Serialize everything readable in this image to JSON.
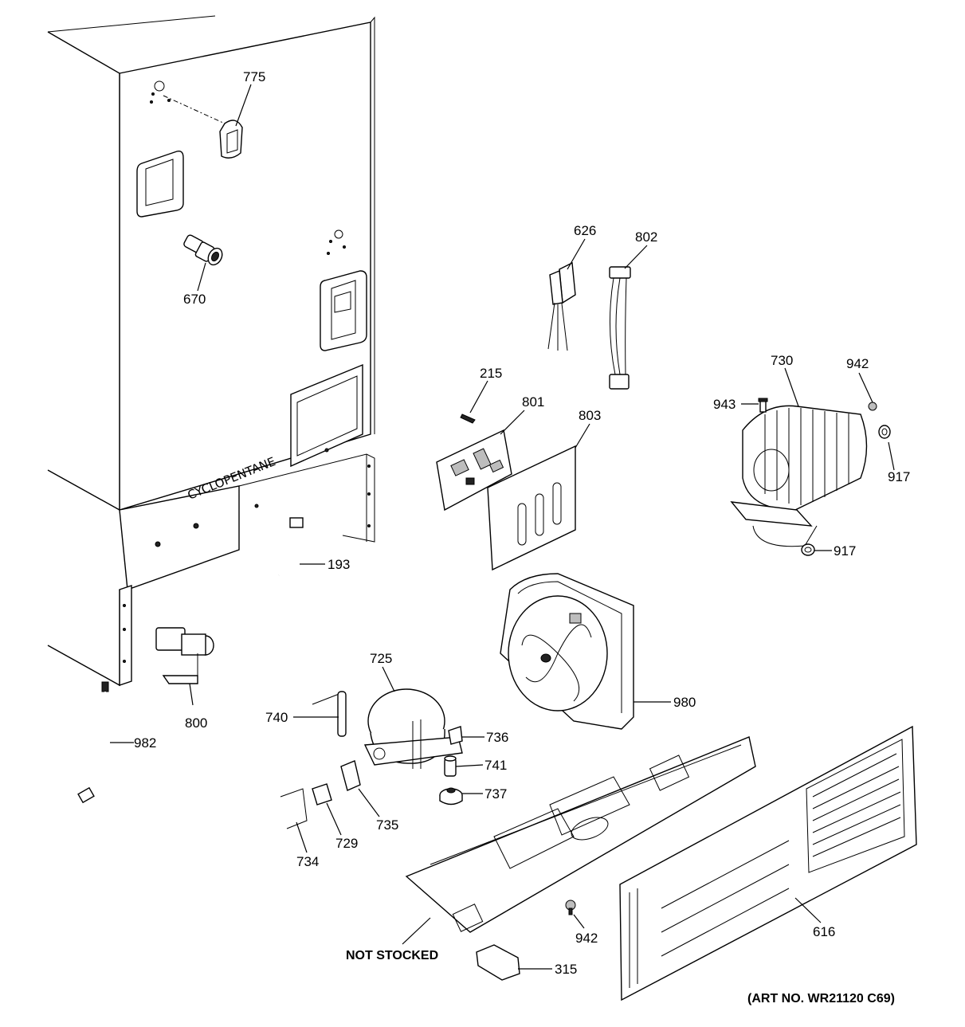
{
  "diagram": {
    "cabinet_stamp": "CYCLOPENTANE",
    "footer_note": "(ART NO. WR21120 C69)",
    "parts": [
      {
        "id": "p775",
        "label": "775"
      },
      {
        "id": "p670",
        "label": "670"
      },
      {
        "id": "p626",
        "label": "626"
      },
      {
        "id": "p802",
        "label": "802"
      },
      {
        "id": "p215",
        "label": "215"
      },
      {
        "id": "p801",
        "label": "801"
      },
      {
        "id": "p803",
        "label": "803"
      },
      {
        "id": "p730",
        "label": "730"
      },
      {
        "id": "p942a",
        "label": "942"
      },
      {
        "id": "p943",
        "label": "943"
      },
      {
        "id": "p917a",
        "label": "917"
      },
      {
        "id": "p917b",
        "label": "917"
      },
      {
        "id": "p193",
        "label": "193"
      },
      {
        "id": "p980",
        "label": "980"
      },
      {
        "id": "p725",
        "label": "725"
      },
      {
        "id": "p740",
        "label": "740"
      },
      {
        "id": "p736",
        "label": "736"
      },
      {
        "id": "p741",
        "label": "741"
      },
      {
        "id": "p737",
        "label": "737"
      },
      {
        "id": "p735",
        "label": "735"
      },
      {
        "id": "p729",
        "label": "729"
      },
      {
        "id": "p734",
        "label": "734"
      },
      {
        "id": "p800",
        "label": "800"
      },
      {
        "id": "p982",
        "label": "982"
      },
      {
        "id": "p942b",
        "label": "942"
      },
      {
        "id": "p616",
        "label": "616"
      },
      {
        "id": "p315",
        "label": "315"
      },
      {
        "id": "pnotstocked",
        "label": "NOT STOCKED"
      }
    ]
  }
}
